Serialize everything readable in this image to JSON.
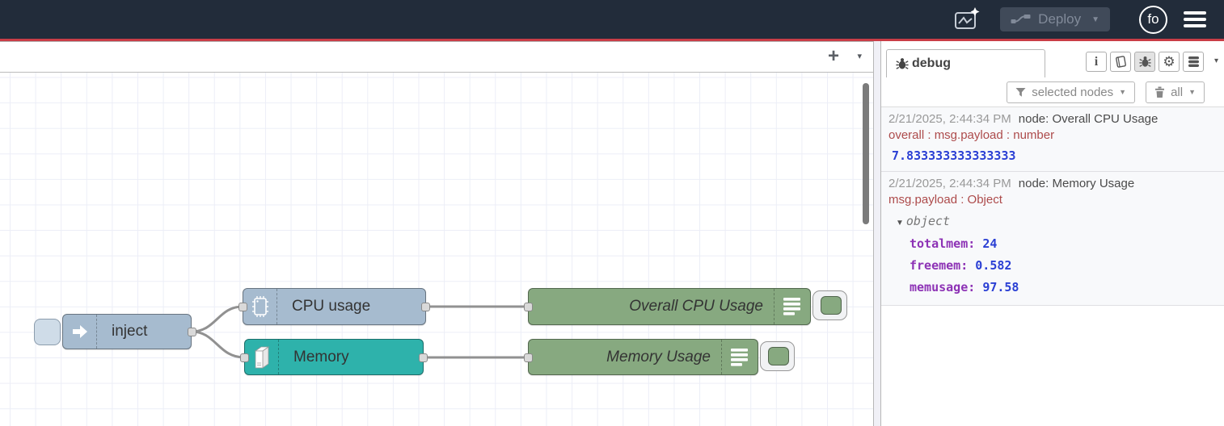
{
  "header": {
    "deploy_label": "Deploy",
    "user_initials": "fo"
  },
  "workspace": {
    "add_tab_label": "+",
    "tab_caret": "▾",
    "nodes": {
      "inject": {
        "label": "inject"
      },
      "cpu": {
        "label": "CPU usage"
      },
      "memory": {
        "label": "Memory"
      },
      "debug_cpu": {
        "label": "Overall CPU Usage"
      },
      "debug_mem": {
        "label": "Memory Usage"
      }
    }
  },
  "sidebar": {
    "tab_label": "debug",
    "filter_label": "selected nodes",
    "clear_label": "all",
    "caret": "▾",
    "object_caret": "▼",
    "messages": [
      {
        "timestamp": "2/21/2025, 2:44:34 PM",
        "node": "node: Overall CPU Usage",
        "meta": "overall : msg.payload : number",
        "value": "7.833333333333333"
      },
      {
        "timestamp": "2/21/2025, 2:44:34 PM",
        "node": "node: Memory Usage",
        "meta": "msg.payload : Object",
        "object_label": "object",
        "entries": [
          {
            "key": "totalmem:",
            "value": "24"
          },
          {
            "key": "freemem:",
            "value": "0.582"
          },
          {
            "key": "memusage:",
            "value": "97.58"
          }
        ]
      }
    ]
  },
  "colors": {
    "header_bg": "#222c3a",
    "accent_red": "#c93d46",
    "node_blue": "#a6bbcf",
    "node_teal": "#2eb2ab",
    "node_green": "#87a980",
    "debug_key": "#8d32b5",
    "debug_number": "#2a3fd4",
    "debug_meta": "#ad4b4b"
  }
}
